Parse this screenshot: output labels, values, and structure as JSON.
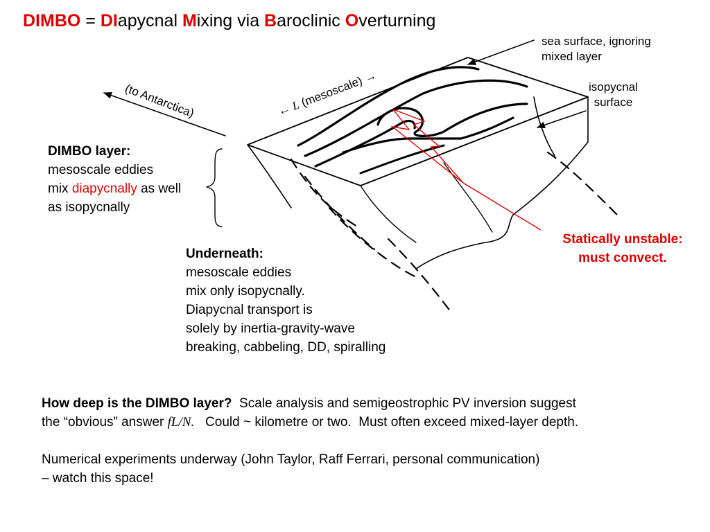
{
  "title": {
    "p1_red": "DIMBO",
    "p2": " = ",
    "p3_red": "DI",
    "p4": "apycnal ",
    "p5_red": "M",
    "p6": "ixing via ",
    "p7_red": "B",
    "p8": "aroclinic ",
    "p9_red": "O",
    "p10": "verturning"
  },
  "labels": {
    "sea_surface_1": "sea surface, ignoring",
    "sea_surface_2": "mixed layer",
    "isopycnal_1": "isopycnal",
    "isopycnal_2": "surface",
    "antarctica": "(to Antarctica)",
    "mesoscale_L": "L",
    "mesoscale_text": " (mesoscale)",
    "arrow_left": "←",
    "arrow_right": "→",
    "unstable_1": "Statically unstable:",
    "unstable_2": "must convect."
  },
  "dimbo_layer": {
    "heading": "DIMBO layer:",
    "line1": "mesoscale eddies",
    "line2_pre": "mix ",
    "line2_red": "diapycnally",
    "line2_post": " as well",
    "line3": "as isopycnally"
  },
  "underneath": {
    "heading": "Underneath:",
    "line1": "mesoscale eddies",
    "line2": "mix only isopycnally.",
    "line3": "Diapycnal transport is",
    "line4": "solely by inertia-gravity-wave",
    "line5": "breaking, cabbeling, DD, spiralling"
  },
  "bottom": {
    "q_bold": "How deep is the DIMBO layer?",
    "q_rest": "  Scale analysis and semigeostrophic PV inversion suggest",
    "line2_pre": "the “obvious” answer ",
    "line2_formula": "fL/N.",
    "line2_post": "   Could ~ kilometre or two.  Must often exceed mixed-layer depth.",
    "line3": "Numerical experiments underway (John Taylor, Raff Ferrari, personal communication)",
    "line4": "– watch this space!"
  },
  "colors": {
    "accent_red": "#e00000",
    "ink": "#000000"
  }
}
